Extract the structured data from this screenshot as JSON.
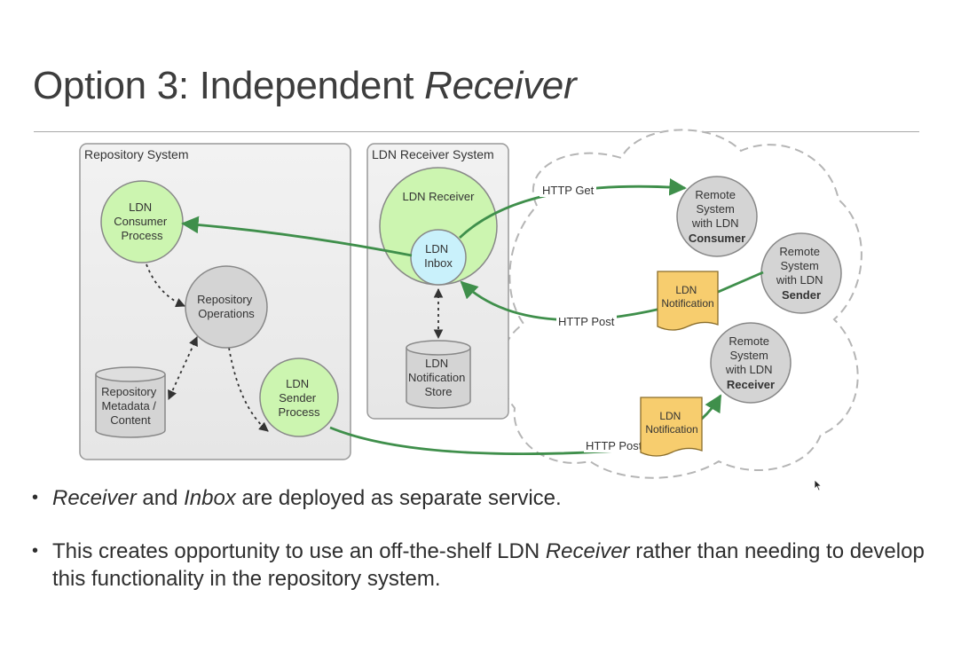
{
  "slide": {
    "title_plain": "Option 3: Independent ",
    "title_italic": "Receiver"
  },
  "diagram": {
    "repository_system": {
      "label": "Repository System",
      "consumer": [
        "LDN",
        "Consumer",
        "Process"
      ],
      "operations": [
        "Repository",
        "Operations"
      ],
      "metadata": [
        "Repository",
        "Metadata /",
        "Content"
      ],
      "sender": [
        "LDN",
        "Sender",
        "Process"
      ]
    },
    "receiver_system": {
      "label": "LDN Receiver System",
      "receiver": "LDN Receiver",
      "inbox": [
        "LDN",
        "Inbox"
      ],
      "store": [
        "LDN",
        "Notification",
        "Store"
      ]
    },
    "remote": {
      "consumer": [
        "Remote",
        "System",
        "with LDN",
        "Consumer"
      ],
      "sender": [
        "Remote",
        "System",
        "with LDN",
        "Sender"
      ],
      "receiver": [
        "Remote",
        "System",
        "with LDN",
        "Receiver"
      ]
    },
    "notification_doc": [
      "LDN",
      "Notification"
    ],
    "edges": {
      "http_get": "HTTP Get",
      "http_post_in": "HTTP Post",
      "http_post_out": "HTTP Post"
    },
    "colors": {
      "green_node": "#ccf5b0",
      "blue_node": "#c9f1fb",
      "gray_node": "#d4d4d4",
      "note": "#f7cd6e",
      "arrow": "#3f8f4b",
      "box": "#ececec"
    }
  },
  "bullets": [
    {
      "parts": [
        {
          "text": "Receiver",
          "italic": true
        },
        {
          "text": " and ",
          "italic": false
        },
        {
          "text": "Inbox",
          "italic": true
        },
        {
          "text": " are deployed as separate service.",
          "italic": false
        }
      ]
    },
    {
      "parts": [
        {
          "text": "This creates opportunity to use an off-the-shelf LDN ",
          "italic": false
        },
        {
          "text": "Receiver",
          "italic": true
        },
        {
          "text": " rather than needing to develop this functionality in the repository system.",
          "italic": false
        }
      ]
    }
  ]
}
